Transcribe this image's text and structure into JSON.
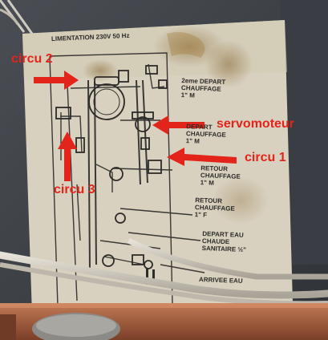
{
  "photo": {
    "header": "LIMENTATION 230V  50 Hz",
    "labels": {
      "depart2": "2eme DEPART\nCHAUFFAGE\n1\" M",
      "depart1": "DEPART\nCHAUFFAGE\n1\" M",
      "retour_m": "RETOUR\nCHAUFFAGE\n1\" M",
      "retour_f": "RETOUR\nCHAUFFAGE\n1\" F",
      "eau_chaude": "DEPART EAU\nCHAUDE\nSANITAIRE ½\"",
      "arrivee": "ARRIVEE EAU"
    }
  },
  "annotations": {
    "circu2": "circu 2",
    "servomoteur": "servomoteur",
    "circu1": "circu 1",
    "circu3": "circu 3",
    "arrow_color": "#e3241b"
  },
  "colors": {
    "wall": "#3b3f44",
    "paper": "#d9d2c2",
    "stain": "#a27a3a",
    "cable": "#cfcac0",
    "copper": "#a55a3a"
  }
}
